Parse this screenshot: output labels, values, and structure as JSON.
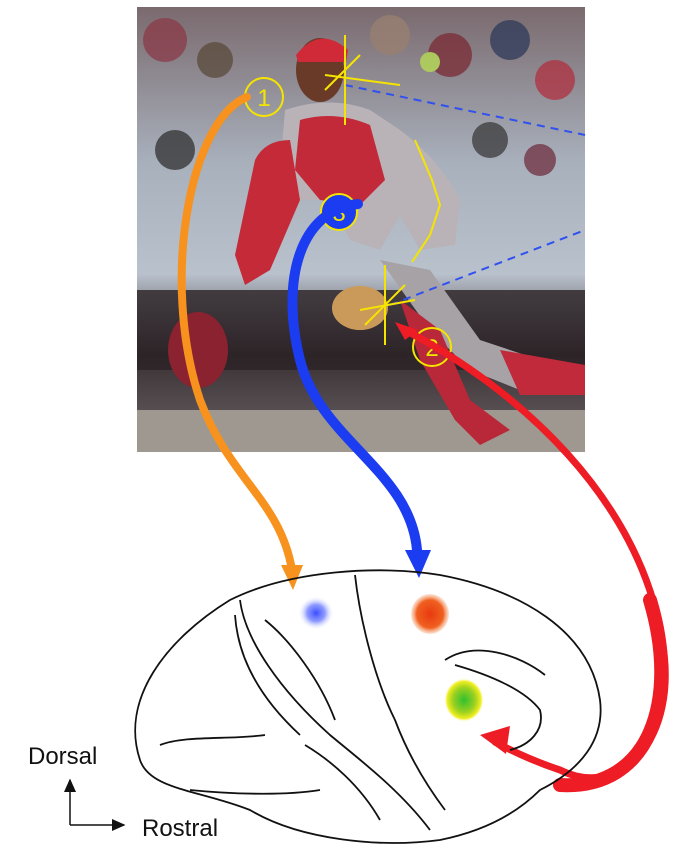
{
  "photo": {
    "subject": "baseball catcher"
  },
  "markers": [
    {
      "id": "1",
      "label": "1",
      "target": "head",
      "arrow_color": "#f7921e"
    },
    {
      "id": "2",
      "label": "2",
      "target": "glove-hand",
      "arrow_color": "#ee1c24"
    },
    {
      "id": "3",
      "label": "3",
      "target": "torso-arm",
      "arrow_color": "#1b3cf0"
    }
  ],
  "brain_spots": [
    {
      "name": "blue-spot",
      "color": "#5a6cff"
    },
    {
      "name": "orange-spot",
      "color": "#ef4a1c"
    },
    {
      "name": "green-yellow-spot",
      "color": "#40c020"
    }
  ],
  "axes": {
    "dorsal_label": "Dorsal",
    "rostral_label": "Rostral"
  },
  "colors": {
    "gaze_lines": "#3050f0",
    "crosshair": "#f5e400"
  }
}
